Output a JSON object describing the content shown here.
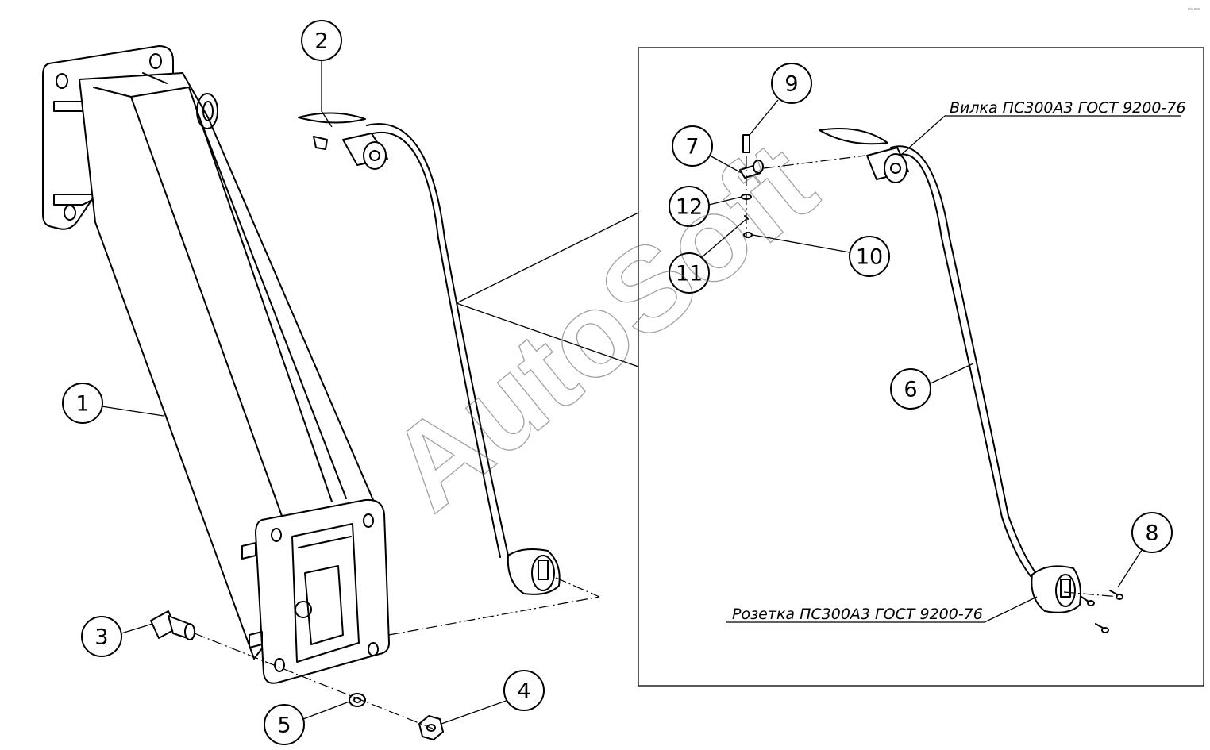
{
  "watermark": "AutoSoft",
  "corner_mark": "ᵃˡᵖ ᵖᵖᵖ",
  "callouts": {
    "plug": "Вилка ПС300А3 ГОСТ 9200-76",
    "socket": "Розетка ПС300А3 ГОСТ 9200-76"
  },
  "items": [
    {
      "label": "1"
    },
    {
      "label": "2"
    },
    {
      "label": "3"
    },
    {
      "label": "4"
    },
    {
      "label": "5"
    },
    {
      "label": "6"
    },
    {
      "label": "7"
    },
    {
      "label": "8"
    },
    {
      "label": "9"
    },
    {
      "label": "10"
    },
    {
      "label": "11"
    },
    {
      "label": "12"
    }
  ]
}
